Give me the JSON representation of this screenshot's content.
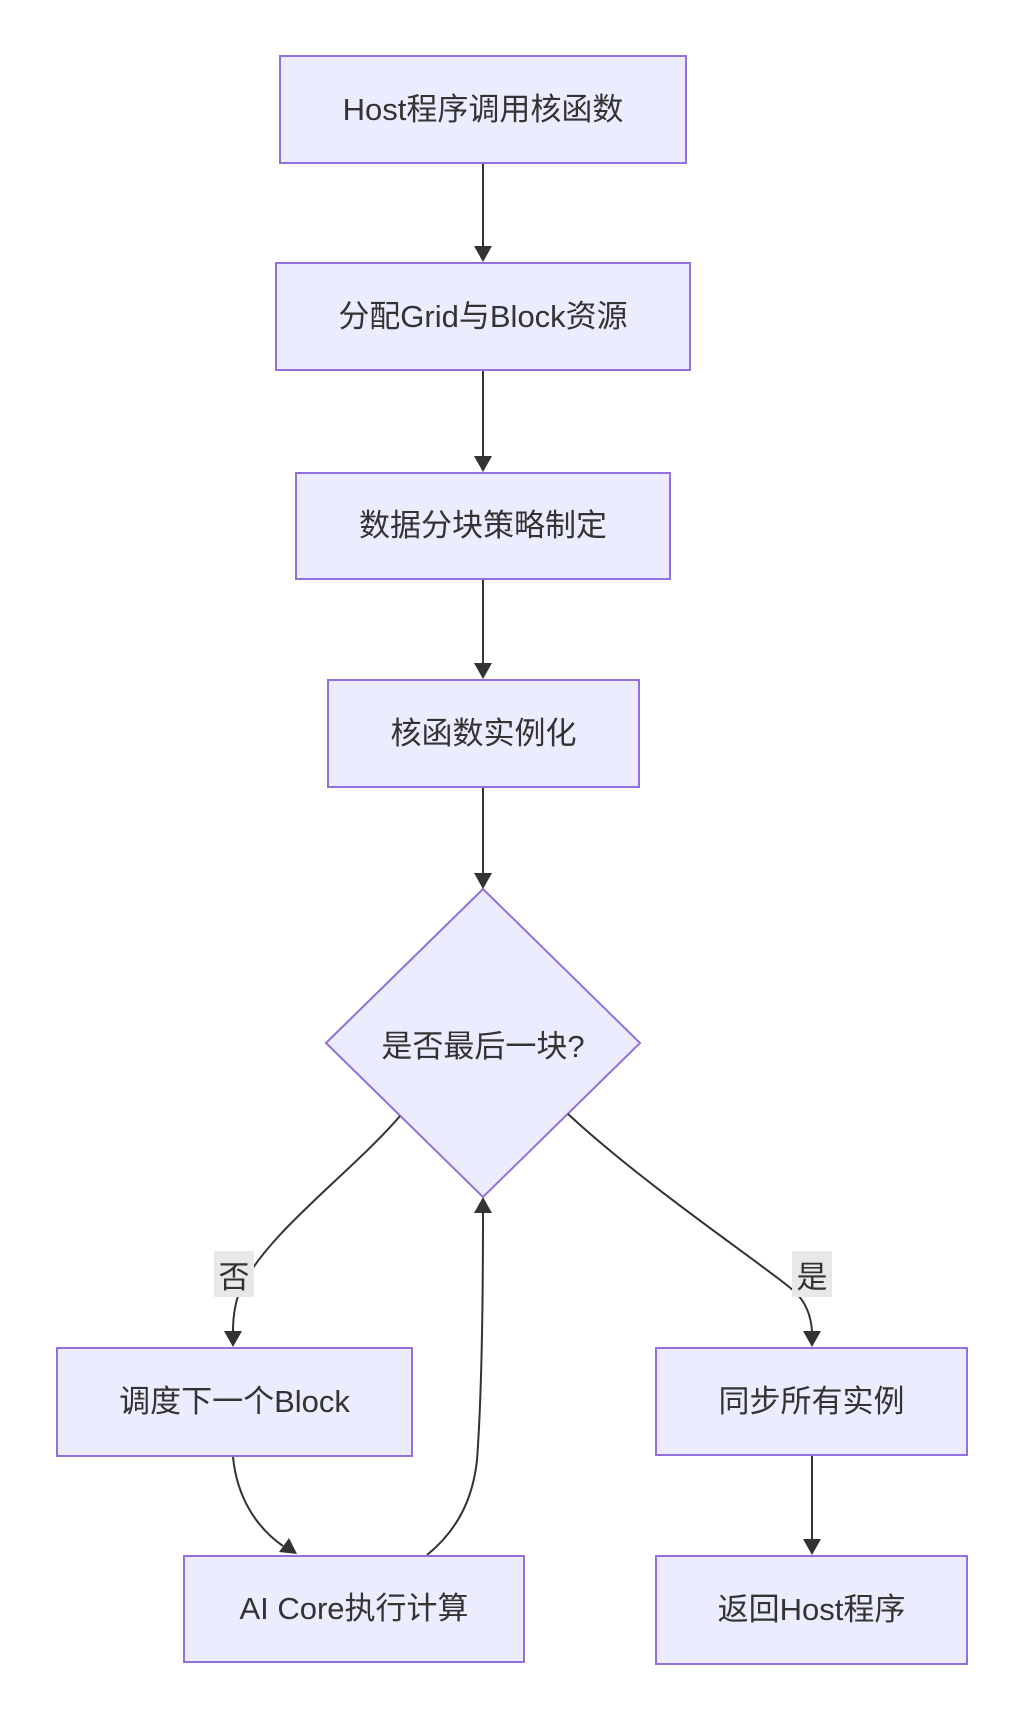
{
  "diagram": {
    "type": "flowchart",
    "direction": "top-down",
    "nodes": [
      {
        "id": "A",
        "shape": "rectangle",
        "label": "Host程序调用核函数"
      },
      {
        "id": "B",
        "shape": "rectangle",
        "label": "分配Grid与Block资源"
      },
      {
        "id": "C",
        "shape": "rectangle",
        "label": "数据分块策略制定"
      },
      {
        "id": "D",
        "shape": "rectangle",
        "label": "核函数实例化"
      },
      {
        "id": "E",
        "shape": "diamond",
        "label": "是否最后一块?"
      },
      {
        "id": "F",
        "shape": "rectangle",
        "label": "调度下一个Block"
      },
      {
        "id": "G",
        "shape": "rectangle",
        "label": "AI Core执行计算"
      },
      {
        "id": "H",
        "shape": "rectangle",
        "label": "同步所有实例"
      },
      {
        "id": "I",
        "shape": "rectangle",
        "label": "返回Host程序"
      }
    ],
    "edges": [
      {
        "from": "A",
        "to": "B",
        "label": ""
      },
      {
        "from": "B",
        "to": "C",
        "label": ""
      },
      {
        "from": "C",
        "to": "D",
        "label": ""
      },
      {
        "from": "D",
        "to": "E",
        "label": ""
      },
      {
        "from": "E",
        "to": "F",
        "label": "否"
      },
      {
        "from": "E",
        "to": "H",
        "label": "是"
      },
      {
        "from": "F",
        "to": "G",
        "label": ""
      },
      {
        "from": "G",
        "to": "E",
        "label": ""
      },
      {
        "from": "H",
        "to": "I",
        "label": ""
      }
    ],
    "colors": {
      "background": "#ffffff",
      "node_fill": "#ECECFF",
      "node_border": "#9370DB",
      "edge_line": "#333333",
      "edge_label_bg": "#e8e8e8",
      "text": "#333333"
    }
  }
}
